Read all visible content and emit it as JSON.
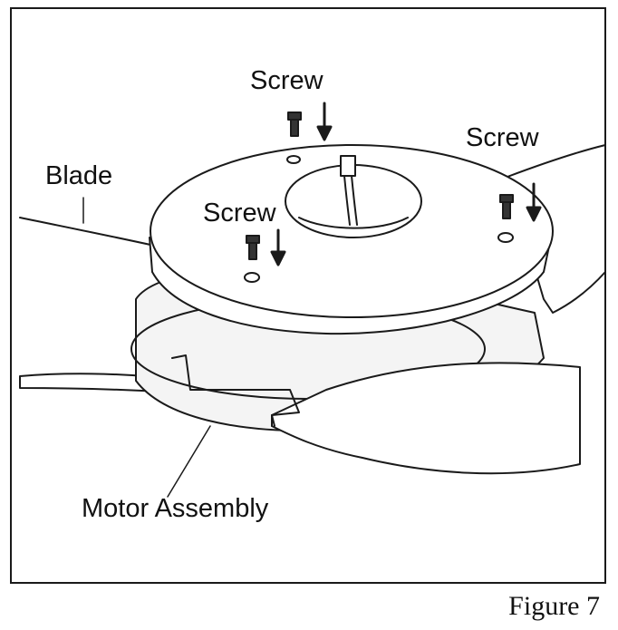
{
  "callouts": {
    "screw_top": "Screw",
    "screw_right": "Screw",
    "screw_left": "Screw",
    "blade": "Blade",
    "motor_assembly": "Motor Assembly"
  },
  "caption": "Figure 7",
  "colors": {
    "line": "#1a1a1a",
    "fill": "#ffffff",
    "shade": "#e9e9e9"
  }
}
